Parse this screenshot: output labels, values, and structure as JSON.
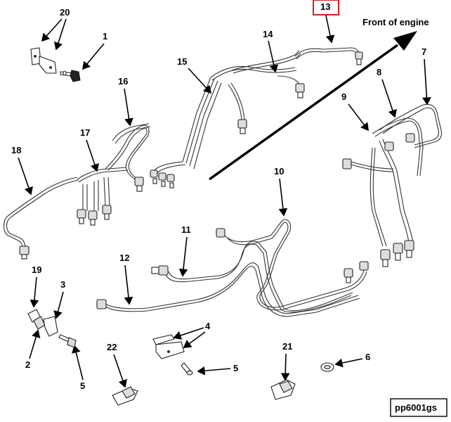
{
  "diagram": {
    "front_label": "Front of engine",
    "figure_id": "pp6001gs",
    "colors": {
      "highlight_box": "#d62020",
      "ink": "#000000"
    },
    "callouts": {
      "c13": "13",
      "c20": "20",
      "c1": "1",
      "c14": "14",
      "c15": "15",
      "c16": "16",
      "c7": "7",
      "c8": "8",
      "c9": "9",
      "c17": "17",
      "c18": "18",
      "c10": "10",
      "c11": "11",
      "c12": "12",
      "c19": "19",
      "c3": "3",
      "c2": "2",
      "c5a": "5",
      "c4": "4",
      "c5b": "5",
      "c22": "22",
      "c21": "21",
      "c6": "6"
    }
  }
}
